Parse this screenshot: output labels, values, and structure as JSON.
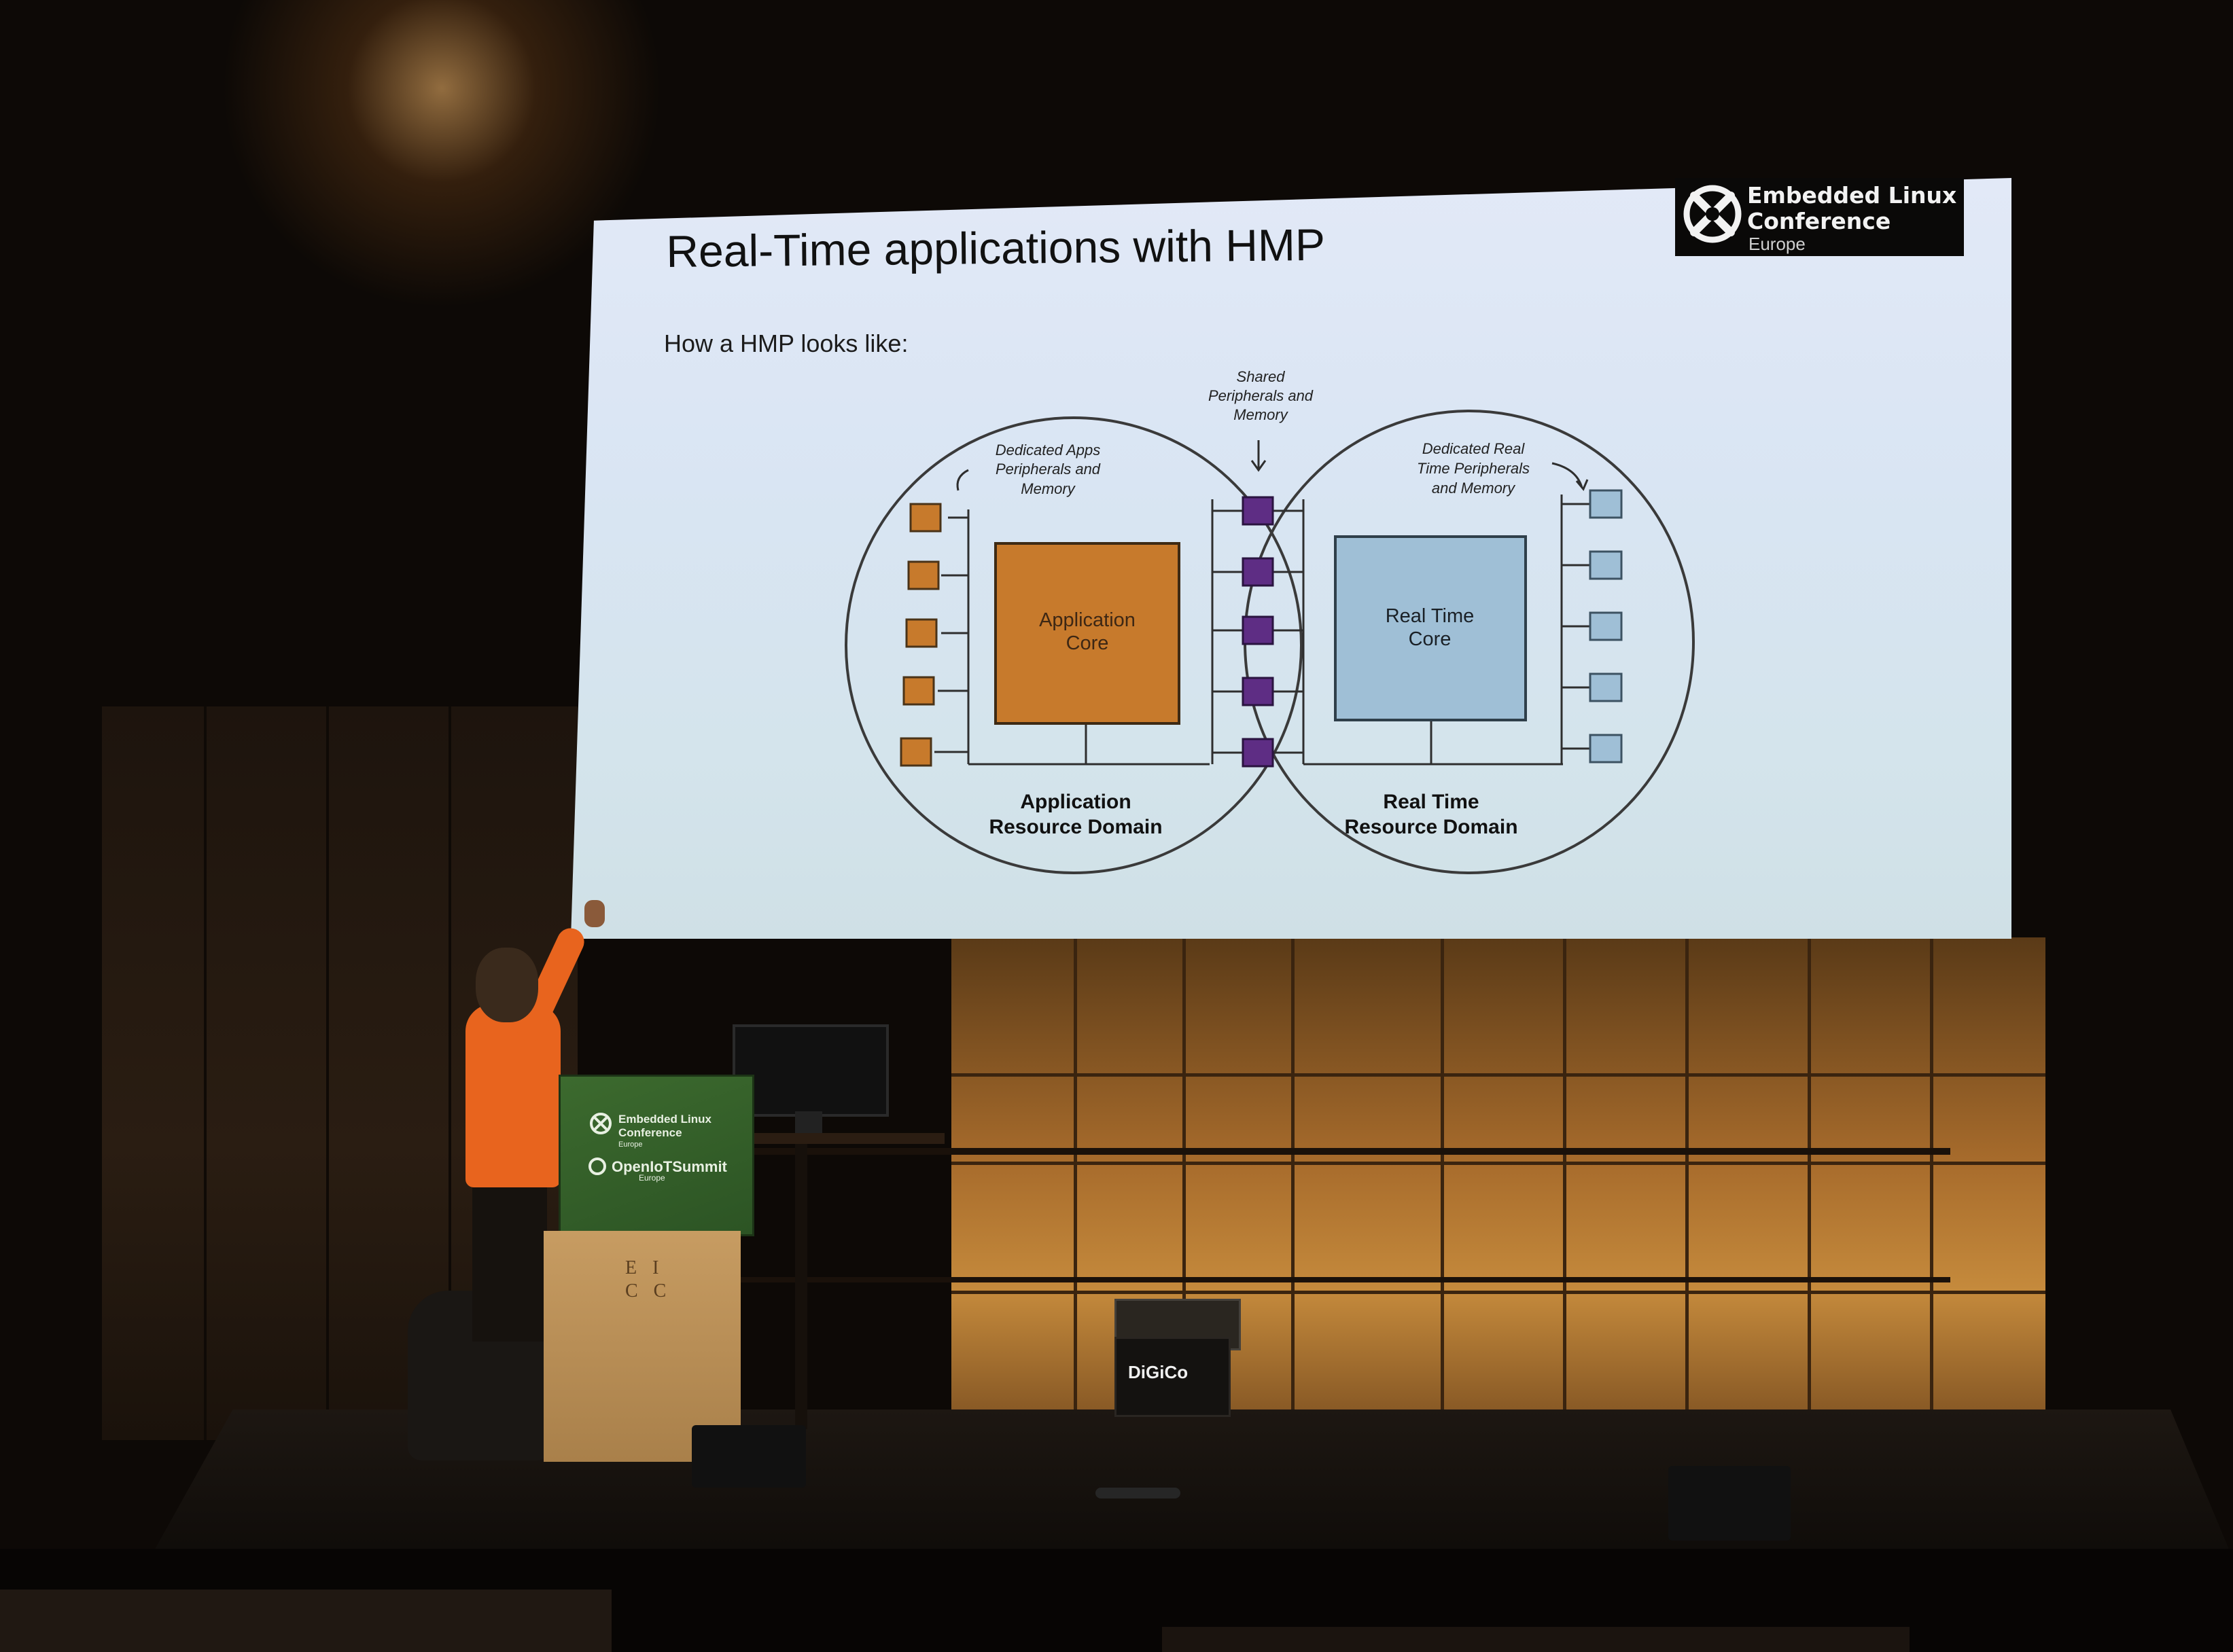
{
  "conference_logo": {
    "line1": "Embedded Linux",
    "line2": "Conference",
    "line3": "Europe"
  },
  "slide": {
    "title": "Real-Time applications with HMP",
    "subtitle": "How a HMP looks like:",
    "diagram": {
      "apps_peripherals_label": [
        "Dedicated Apps",
        "Peripherals and",
        "Memory"
      ],
      "shared_label": [
        "Shared",
        "Peripherals and",
        "Memory"
      ],
      "rt_peripherals_label": [
        "Dedicated Real",
        "Time Peripherals",
        "and Memory"
      ],
      "application_core": [
        "Application",
        "Core"
      ],
      "real_time_core": [
        "Real Time",
        "Core"
      ],
      "application_domain": [
        "Application",
        "Resource Domain"
      ],
      "real_time_domain": [
        "Real Time",
        "Resource Domain"
      ],
      "colors": {
        "application": "#c77a2c",
        "shared": "#5e2d84",
        "real_time": "#9fbfd6"
      }
    }
  },
  "podium": {
    "line1": "Embedded Linux",
    "line2": "Conference",
    "line3": "Europe",
    "summit": "OpenIoTSummit",
    "summit_region": "Europe",
    "venue_mark": "E I\nC C"
  },
  "props": {
    "console_brand": "DiGiCo"
  }
}
